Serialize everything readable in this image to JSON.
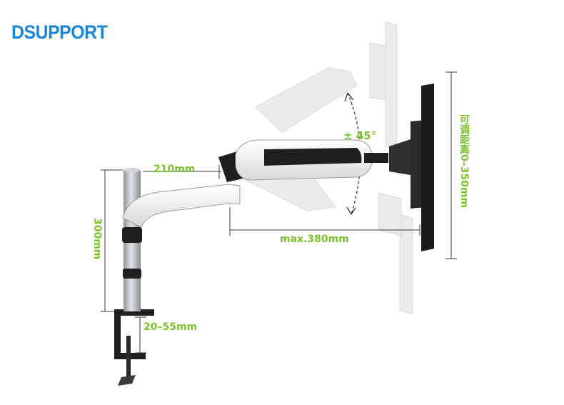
{
  "brand": {
    "name": "DSUPPORT",
    "color": "#1a86d6"
  },
  "dimensions": {
    "top_arm": "210mm",
    "pole_height": "300mm",
    "clamp_range": "20–55mm",
    "max_reach": "max.380mm",
    "tilt_angle": "± 45°",
    "height_range": "可调距离0–350mm"
  },
  "colors": {
    "dimension_text": "#7cc42b",
    "annotation_dark": "#3a3a3a",
    "mount_dark": "#1f1f1f",
    "mount_light": "#f2f2f2",
    "pole_silver": "#b9bcbf",
    "ghost": "#e4e4e4"
  }
}
